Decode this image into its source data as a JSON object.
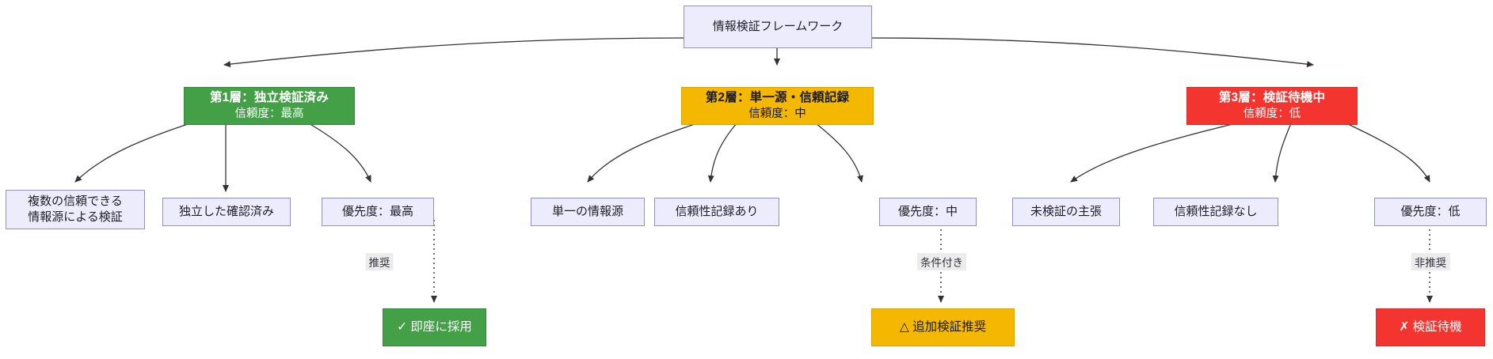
{
  "diagram": {
    "type": "flowchart-tree",
    "title": "情報検証フレームワーク",
    "root": {
      "id": "root",
      "label": "情報検証フレームワーク",
      "style": "default"
    },
    "tiers": [
      {
        "id": "tier1",
        "title": "第1層：独立検証済み",
        "subtitle": "信頼度：最高",
        "style": "green",
        "color": "#43a047",
        "leaves": [
          {
            "id": "t1-leaf1",
            "lines": [
              "複数の信頼できる",
              "情報源による検証"
            ]
          },
          {
            "id": "t1-leaf2",
            "lines": [
              "独立した確認済み"
            ]
          },
          {
            "id": "t1-leaf3",
            "lines": [
              "優先度：最高"
            ]
          }
        ],
        "action": {
          "id": "action1",
          "label": "✓ 即座に採用",
          "edge_label": "推奨",
          "style": "green",
          "color": "#43a047"
        }
      },
      {
        "id": "tier2",
        "title": "第2層：単一源・信頼記録",
        "subtitle": "信頼度：中",
        "style": "orange",
        "color": "#f5b800",
        "leaves": [
          {
            "id": "t2-leaf1",
            "lines": [
              "単一の情報源"
            ]
          },
          {
            "id": "t2-leaf2",
            "lines": [
              "信頼性記録あり"
            ]
          },
          {
            "id": "t2-leaf3",
            "lines": [
              "優先度：中"
            ]
          }
        ],
        "action": {
          "id": "action2",
          "label": "△ 追加検証推奨",
          "edge_label": "条件付き",
          "style": "orange",
          "color": "#f5b800"
        }
      },
      {
        "id": "tier3",
        "title": "第3層：検証待機中",
        "subtitle": "信頼度：低",
        "style": "red",
        "color": "#f4342e",
        "leaves": [
          {
            "id": "t3-leaf1",
            "lines": [
              "未検証の主張"
            ]
          },
          {
            "id": "t3-leaf2",
            "lines": [
              "信頼性記録なし"
            ]
          },
          {
            "id": "t3-leaf3",
            "lines": [
              "優先度：低"
            ]
          }
        ],
        "action": {
          "id": "action3",
          "label": "✗ 検証待機",
          "edge_label": "非推奨",
          "style": "red",
          "color": "#f4342e"
        }
      }
    ],
    "palette": {
      "default_fill": "#ececfc",
      "default_stroke": "#9290c8",
      "edge_stroke": "#333333",
      "canvas": "#ffffff"
    }
  }
}
